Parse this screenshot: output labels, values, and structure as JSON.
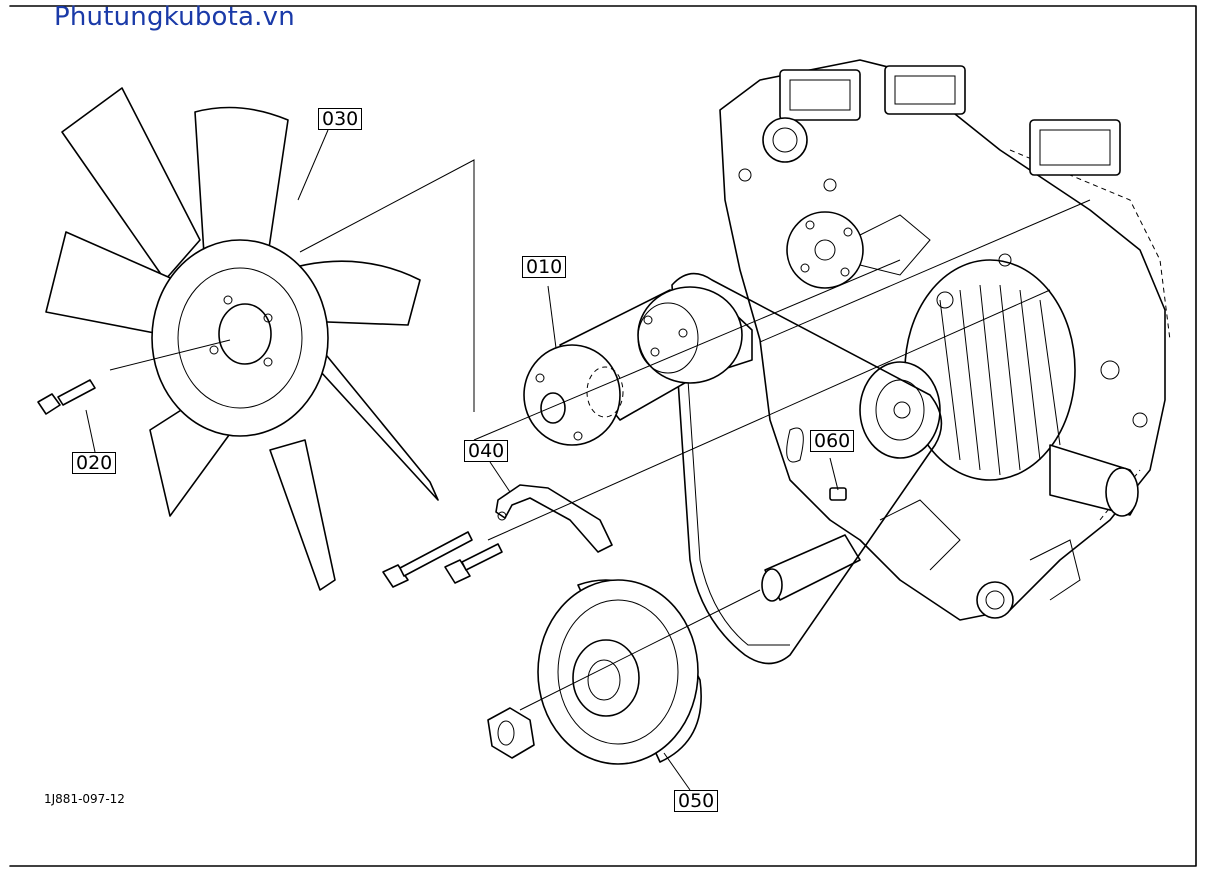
{
  "header": {
    "site_title": "Phutungkubota.vn"
  },
  "footer": {
    "drawing_code": "1J881-097-12"
  },
  "callouts": {
    "fan": "030",
    "bolt": "020",
    "pulley": "010",
    "bracket": "040",
    "key": "060",
    "crank_pulley": "050"
  }
}
